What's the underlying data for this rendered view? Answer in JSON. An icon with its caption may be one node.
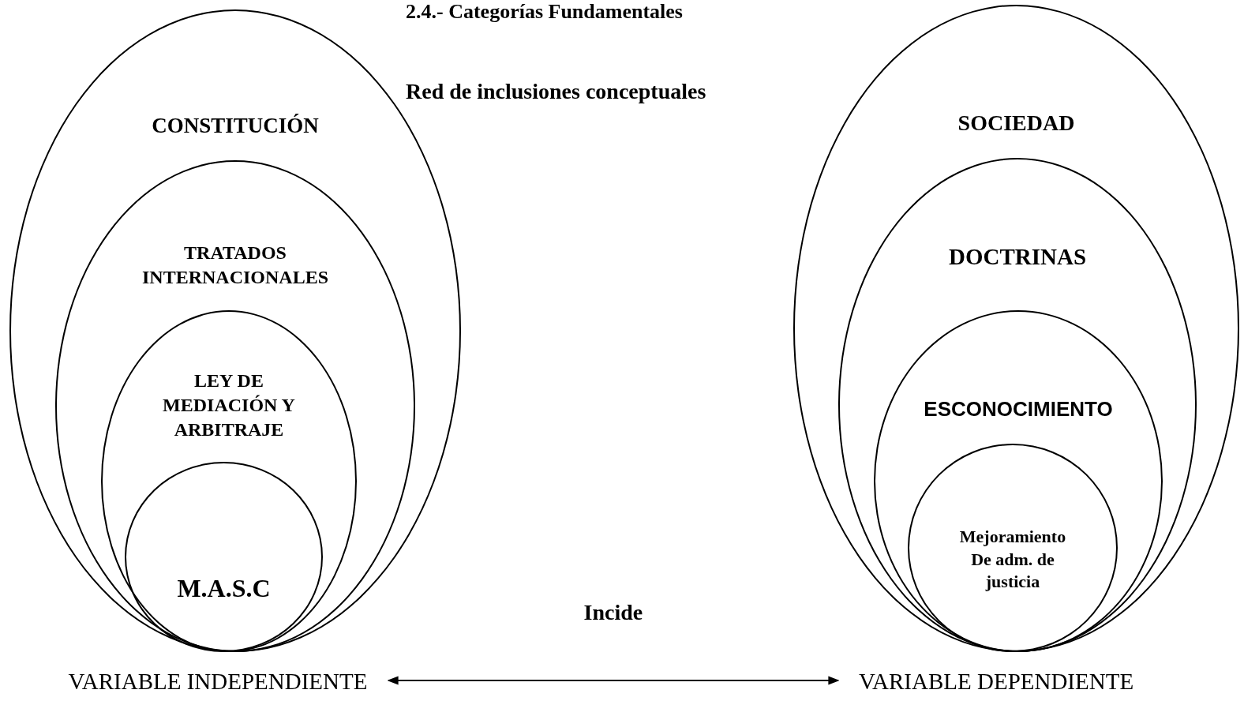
{
  "diagram": {
    "title": "2.4.- Categorías Fundamentales",
    "nodes": [
      {
        "text": [
          "CONSTITUCIÓN"
        ]
      },
      {
        "text": [
          "TRATADOS INTERNACIONALES"
        ],
        "in": 0
      },
      {
        "text": [
          "LEY DE MEDIACIÓN Y ARBITRAJE"
        ],
        "in": 1
      },
      {
        "text": [
          "M.A.S.C"
        ],
        "in": 2
      },
      {
        "text": [
          "SOCIEDAD"
        ]
      },
      {
        "text": [
          "DOCTRINAS"
        ],
        "in": 4
      },
      {
        "text": [
          "ESCONOCIMIENTO"
        ],
        "in": 5
      },
      {
        "text": [
          "Mejoramiento De adm. de justicia"
        ],
        "in": 6
      },
      {
        "text": [
          "VARIABLE INDEPENDIENTE"
        ]
      },
      {
        "text": [
          "VARIABLE DEPENDIENTE"
        ]
      }
    ],
    "edges": [
      {
        "from": 8,
        "to": 9,
        "arrow": "both",
        "label": "Incide"
      }
    ],
    "labels": [
      "Red de inclusiones conceptuales"
    ]
  }
}
